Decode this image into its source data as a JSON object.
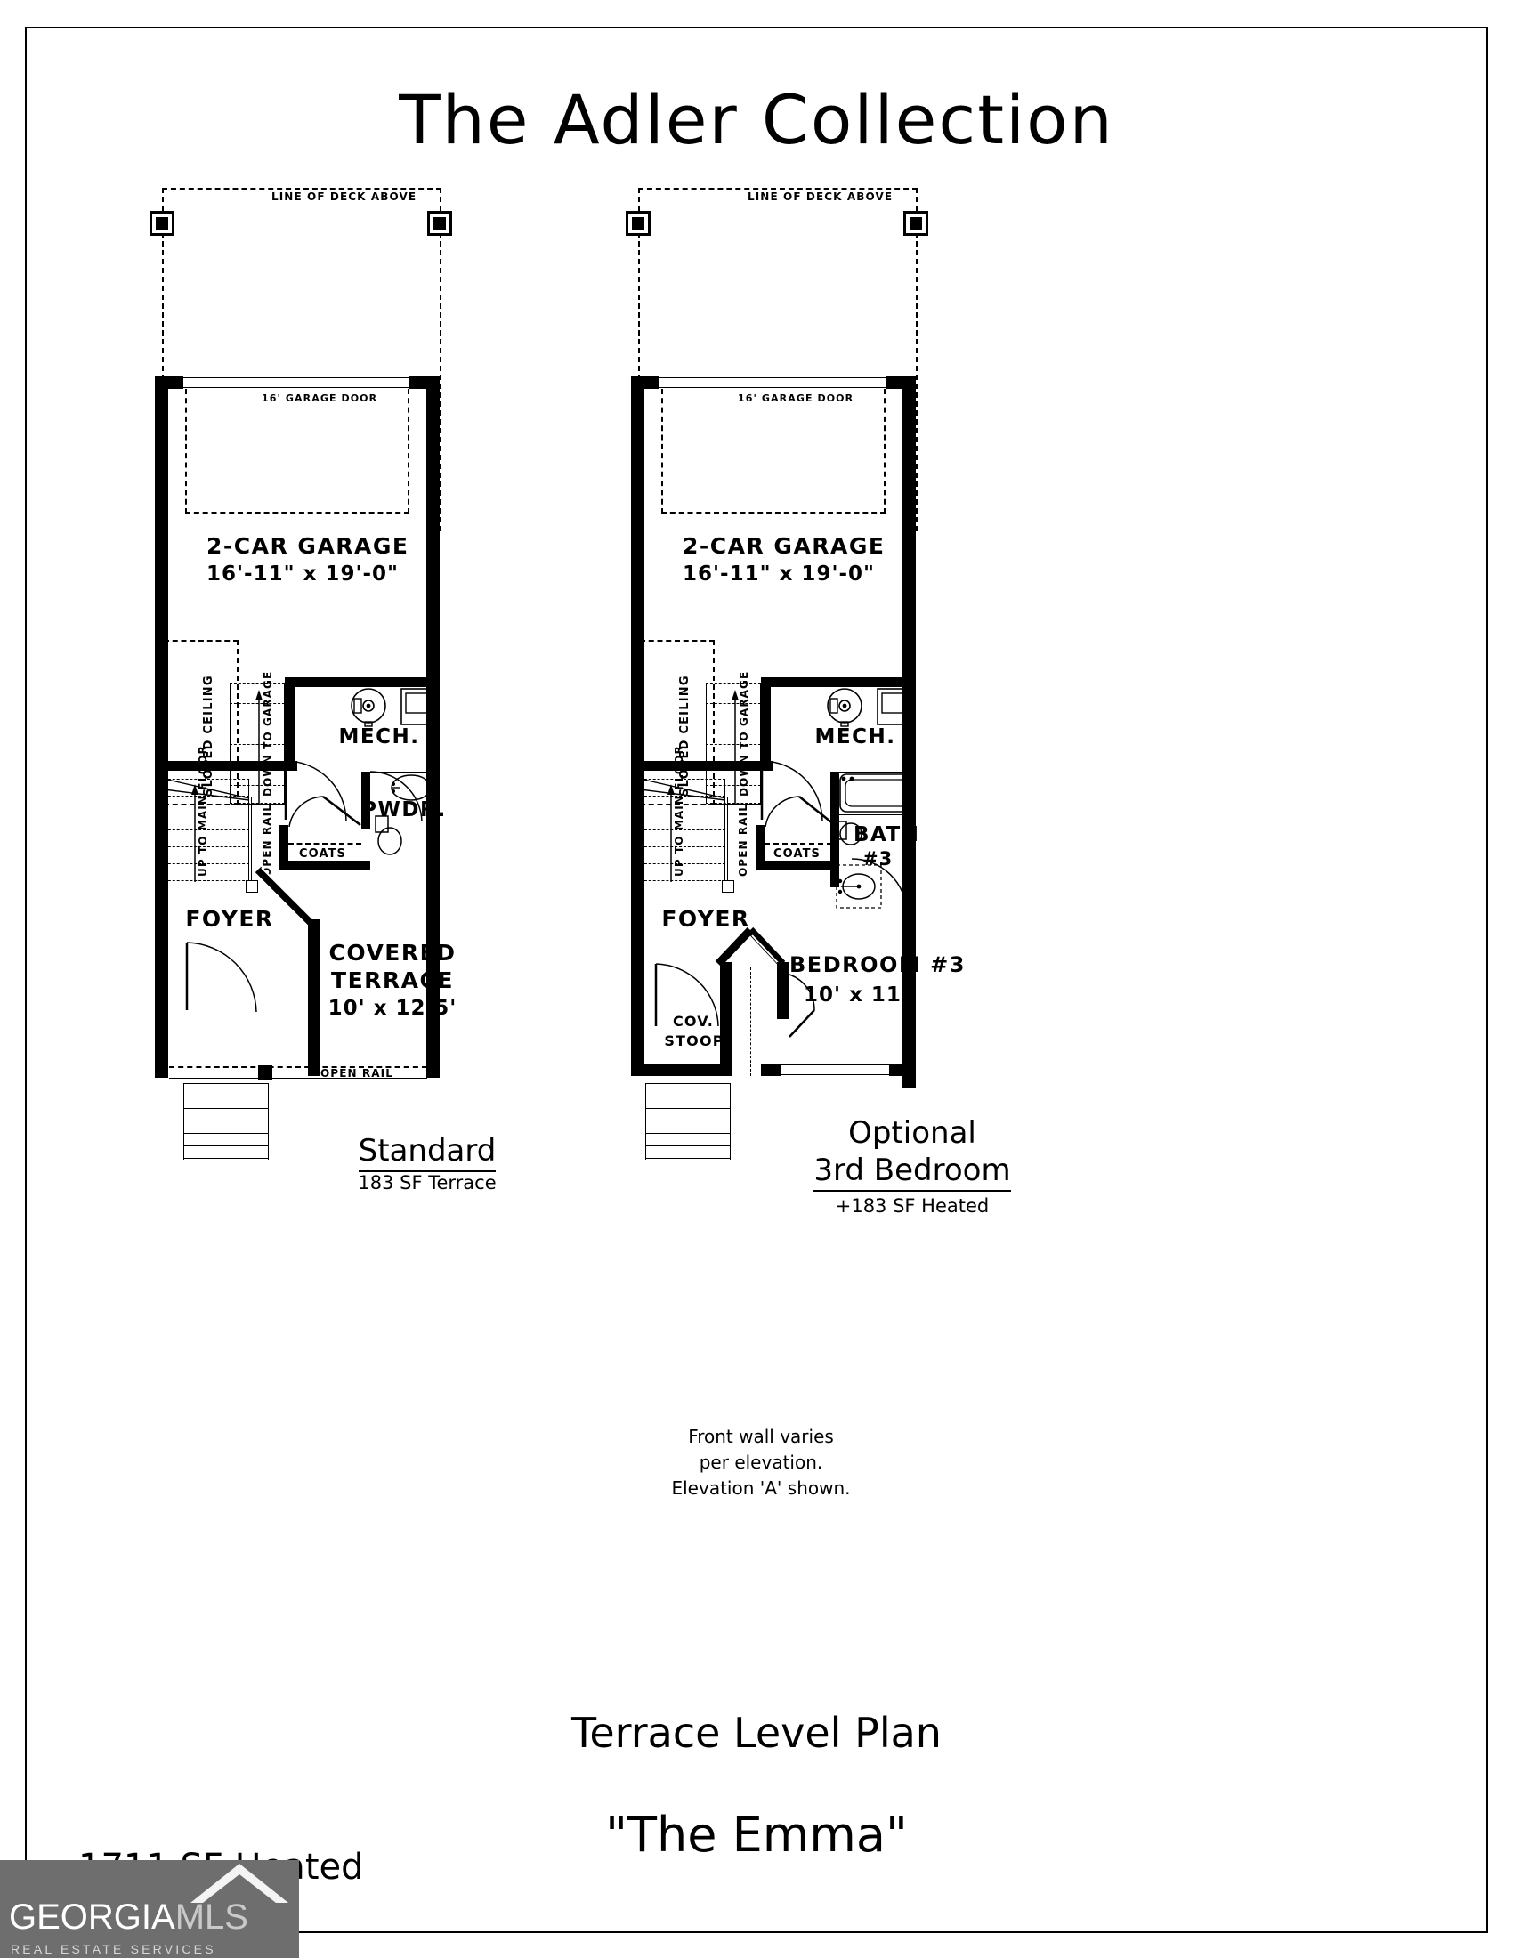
{
  "document": {
    "title": "The Adler Collection",
    "plan_title": "Terrace Level Plan",
    "plan_name": "\"The Emma\"",
    "heated_sf": "1711 SF Heated"
  },
  "center_note": {
    "line1": "Front wall varies",
    "line2": "per elevation.",
    "line3": "Elevation 'A' shown."
  },
  "left_plan": {
    "caption": "Standard",
    "caption_sub": "183 SF Terrace",
    "labels": {
      "deck_above": "LINE OF DECK ABOVE",
      "garage_door": "16' GARAGE DOOR",
      "garage": "2-CAR GARAGE",
      "garage_dim": "16'-11\" x 19'-0\"",
      "sloped_ceiling": "SLOPED CEILING",
      "down_to_garage": "DOWN TO GARAGE",
      "mech": "MECH.",
      "up_to_main": "UP TO MAIN FLOOR",
      "open_rail_stair": "OPEN RAIL",
      "coats": "COATS",
      "pwdr": "PWDR.",
      "foyer": "FOYER",
      "terrace": "COVERED",
      "terrace2": "TERRACE",
      "terrace_dim": "10' x 12.5'",
      "open_rail_front": "OPEN RAIL"
    }
  },
  "right_plan": {
    "caption_line1": "Optional",
    "caption_line2": "3rd Bedroom",
    "caption_sub": "+183 SF Heated",
    "labels": {
      "deck_above": "LINE OF DECK ABOVE",
      "garage_door": "16' GARAGE DOOR",
      "garage": "2-CAR GARAGE",
      "garage_dim": "16'-11\" x 19'-0\"",
      "sloped_ceiling": "SLOPED CEILING",
      "down_to_garage": "DOWN TO GARAGE",
      "mech": "MECH.",
      "up_to_main": "UP TO MAIN FLOOR",
      "open_rail_stair": "OPEN RAIL",
      "coats": "COATS",
      "bath": "BATH",
      "bath_num": "#3",
      "foyer": "FOYER",
      "cov_stoop1": "COV.",
      "cov_stoop2": "STOOP",
      "bedroom": "BEDROOM #3",
      "bedroom_dim": "10' x 11'"
    }
  },
  "watermark": {
    "brand_first": "GEORGIA",
    "brand_second": "MLS",
    "tagline": "REAL ESTATE SERVICES",
    "bg_color": "#6e6e6e"
  }
}
